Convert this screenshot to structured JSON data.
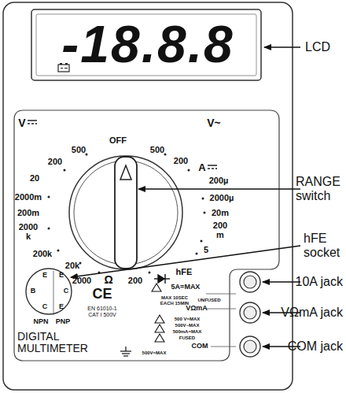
{
  "diagram": {
    "labels": [
      "-18.8.8",
      "LCD",
      "RANGE switch",
      "hFE socket",
      "10A jack",
      "VΩmA jack",
      "COM jack",
      "V",
      "500",
      "OFF",
      "500",
      "V~",
      "200",
      "200",
      "A",
      "20",
      "200µ",
      "2000m",
      "2000µ",
      "200m",
      "20m",
      "2000 k",
      "200 m",
      "200k",
      "5",
      "20k",
      "hFE",
      "2000",
      "Ω",
      "200",
      "E",
      "E",
      "B",
      "C",
      "C",
      "E",
      "NPN",
      "PNP",
      "CE",
      "EN 61010-1",
      "CAT I 500V",
      "5A=MAX",
      "MAX 10SEC EACH 15MIN",
      "UNFUSED",
      "VΩmA",
      "500 V=MAX",
      "500V~MAX",
      "500mA=MAX",
      "FUSED",
      "COM",
      "500V=MAX",
      "DIGITAL MULTIMETER"
    ]
  }
}
